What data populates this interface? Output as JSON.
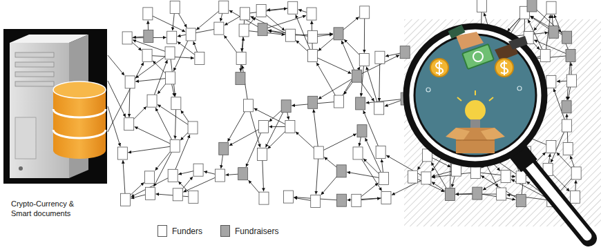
{
  "diagram": {
    "nodes": [
      {
        "text": [
          "Crypto-Currency & Smart documents"
        ]
      }
    ],
    "legend": [
      {
        "text": "Funders",
        "color": "#ffffff"
      },
      {
        "text": "Fundraisers",
        "color": "#a6a6a6"
      }
    ]
  }
}
